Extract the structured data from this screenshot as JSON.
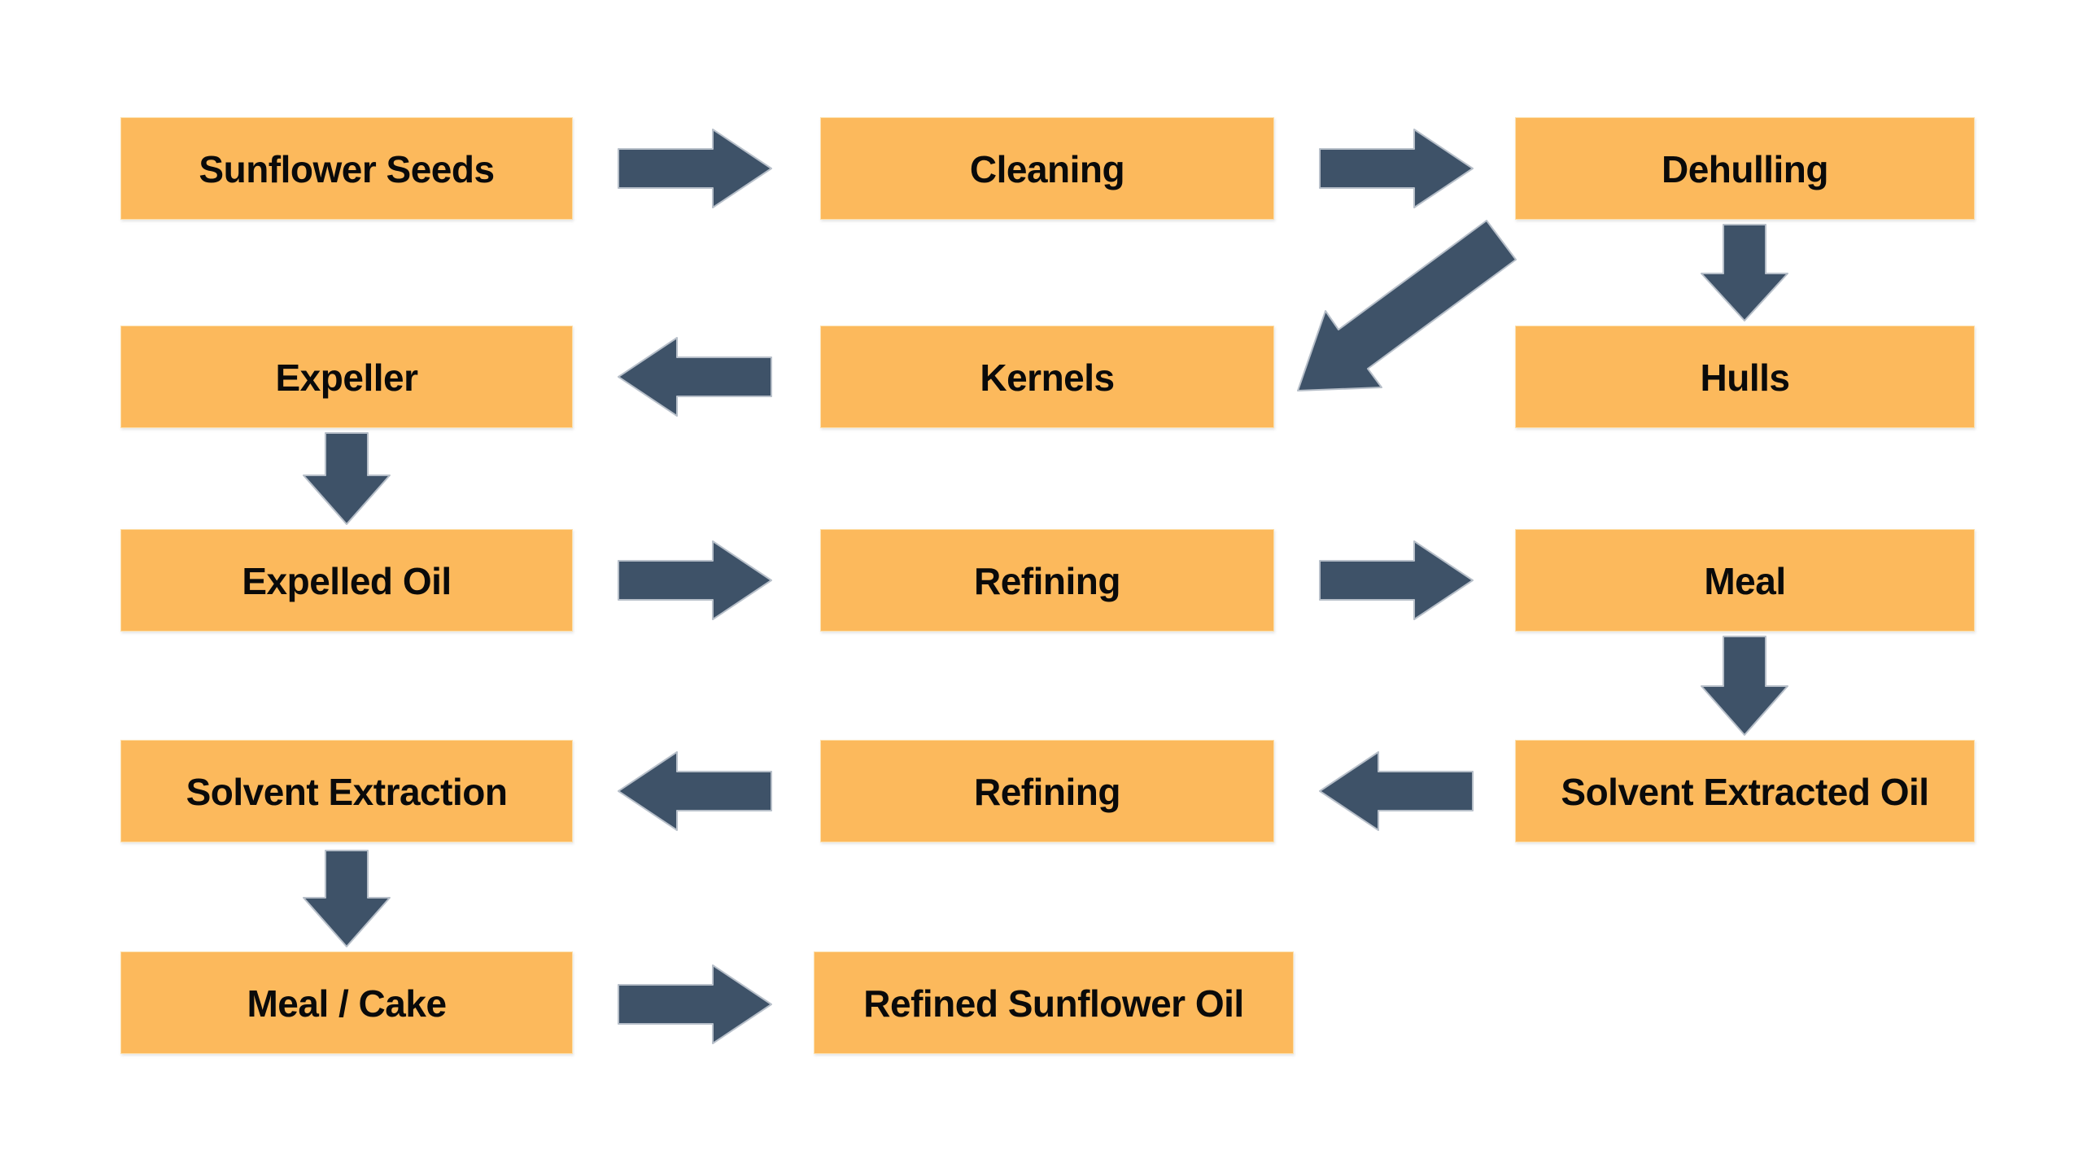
{
  "diagram": {
    "colors": {
      "box_fill": "#FCB95C",
      "arrow": "#3E5268",
      "text": "#0A0A0A",
      "background": "#FFFFFF"
    },
    "nodes": {
      "sunflower_seeds": "Sunflower Seeds",
      "cleaning": "Cleaning",
      "dehulling": "Dehulling",
      "expeller": "Expeller",
      "kernels": "Kernels",
      "hulls": "Hulls",
      "expelled_oil": "Expelled Oil",
      "refining_top": "Refining",
      "meal": "Meal",
      "solvent_extraction": "Solvent Extraction",
      "refining_bottom": "Refining",
      "solvent_extracted_oil": "Solvent Extracted Oil",
      "meal_cake": "Meal / Cake",
      "refined_sunflower_oil": "Refined Sunflower Oil"
    },
    "edges": [
      {
        "from": "Sunflower Seeds",
        "to": "Cleaning",
        "direction": "right"
      },
      {
        "from": "Cleaning",
        "to": "Dehulling",
        "direction": "right"
      },
      {
        "from": "Dehulling",
        "to": "Kernels",
        "direction": "diagonal-down-left"
      },
      {
        "from": "Dehulling",
        "to": "Hulls",
        "direction": "down"
      },
      {
        "from": "Kernels",
        "to": "Expeller",
        "direction": "left"
      },
      {
        "from": "Expeller",
        "to": "Expelled Oil",
        "direction": "down"
      },
      {
        "from": "Expelled Oil",
        "to": "Refining",
        "direction": "right"
      },
      {
        "from": "Refining",
        "to": "Meal",
        "direction": "right"
      },
      {
        "from": "Meal",
        "to": "Solvent Extracted Oil",
        "direction": "down"
      },
      {
        "from": "Solvent Extracted Oil",
        "to": "Refining",
        "direction": "left"
      },
      {
        "from": "Refining",
        "to": "Solvent Extraction",
        "direction": "left"
      },
      {
        "from": "Solvent Extraction",
        "to": "Meal / Cake",
        "direction": "down"
      },
      {
        "from": "Meal / Cake",
        "to": "Refined Sunflower Oil",
        "direction": "right"
      }
    ]
  }
}
